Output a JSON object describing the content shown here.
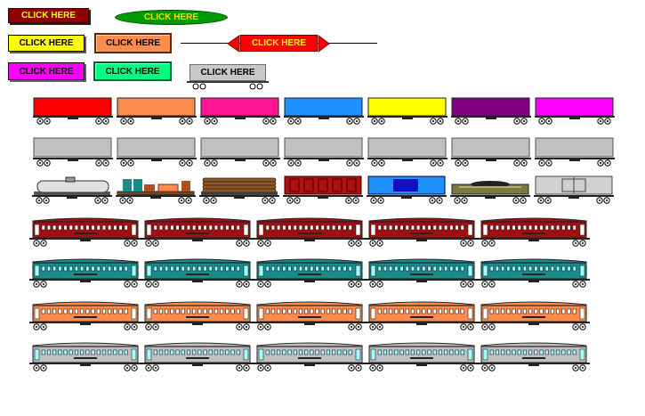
{
  "buttons": [
    {
      "label": "CLICK HERE",
      "bg": "#8b0000",
      "fg": "#ffff00",
      "shape": "rect"
    },
    {
      "label": "CLICK HERE",
      "bg": "#009a00",
      "fg": "#ffd700",
      "shape": "oval"
    },
    {
      "label": "CLICK HERE",
      "bg": "#ffff00",
      "fg": "#000000",
      "shape": "rect"
    },
    {
      "label": "CLICK HERE",
      "bg": "#ff8c4c",
      "fg": "#000000",
      "shape": "rect"
    },
    {
      "label": "CLICK HERE",
      "bg": "#ff0000",
      "fg": "#ffff00",
      "shape": "arrow"
    },
    {
      "label": "CLICK HERE",
      "bg": "#ff00ff",
      "fg": "#000000",
      "shape": "rect"
    },
    {
      "label": "CLICK HERE",
      "bg": "#00ff80",
      "fg": "#000000",
      "shape": "rect"
    },
    {
      "label": "CLICK HERE",
      "bg": "#c8c8c8",
      "fg": "#000000",
      "shape": "flatcar"
    }
  ],
  "colors": {
    "box_cars": [
      "#ff0000",
      "#ff8c4c",
      "#ff1493",
      "#1e90ff",
      "#ffff00",
      "#800080",
      "#ff00ff"
    ],
    "gray_car": "#c0c0c0",
    "passenger_rows": [
      "#a01010",
      "#1a8a8a",
      "#ff8c4c",
      "#c0c0c0"
    ],
    "passenger_windows": [
      "#ffffff",
      "#a0ffff",
      "#ffffff",
      "#a0ffff"
    ]
  },
  "freight_cars": [
    {
      "type": "tank-car",
      "name": "tank-car"
    },
    {
      "type": "crate-flatcar",
      "name": "crate-flatcar"
    },
    {
      "type": "log-flatcar",
      "name": "log-flatcar"
    },
    {
      "type": "red-boxcar",
      "name": "red-boxcar"
    },
    {
      "type": "blue-boxcar",
      "name": "blue-boxcar"
    },
    {
      "type": "coal-gondola",
      "name": "coal-gondola"
    },
    {
      "type": "gray-boxcar",
      "name": "gray-boxcar"
    }
  ]
}
